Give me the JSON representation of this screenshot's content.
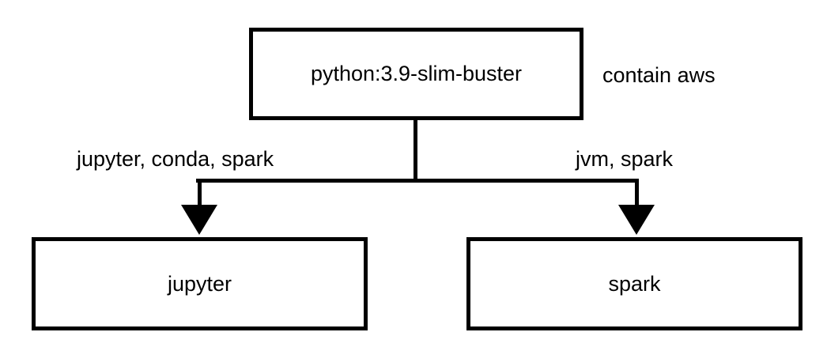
{
  "diagram": {
    "colors": {
      "stroke": "#000000",
      "text": "#000000",
      "background": "#ffffff"
    },
    "nodes": [
      {
        "id": "python-base",
        "label": "python:3.9-slim-buster"
      },
      {
        "id": "jupyter",
        "label": "jupyter"
      },
      {
        "id": "spark",
        "label": "spark"
      }
    ],
    "annotation": "contain aws",
    "edges": [
      {
        "from": "python-base",
        "to": "jupyter",
        "label": "jupyter, conda, spark"
      },
      {
        "from": "python-base",
        "to": "spark",
        "label": "jvm, spark"
      }
    ]
  }
}
